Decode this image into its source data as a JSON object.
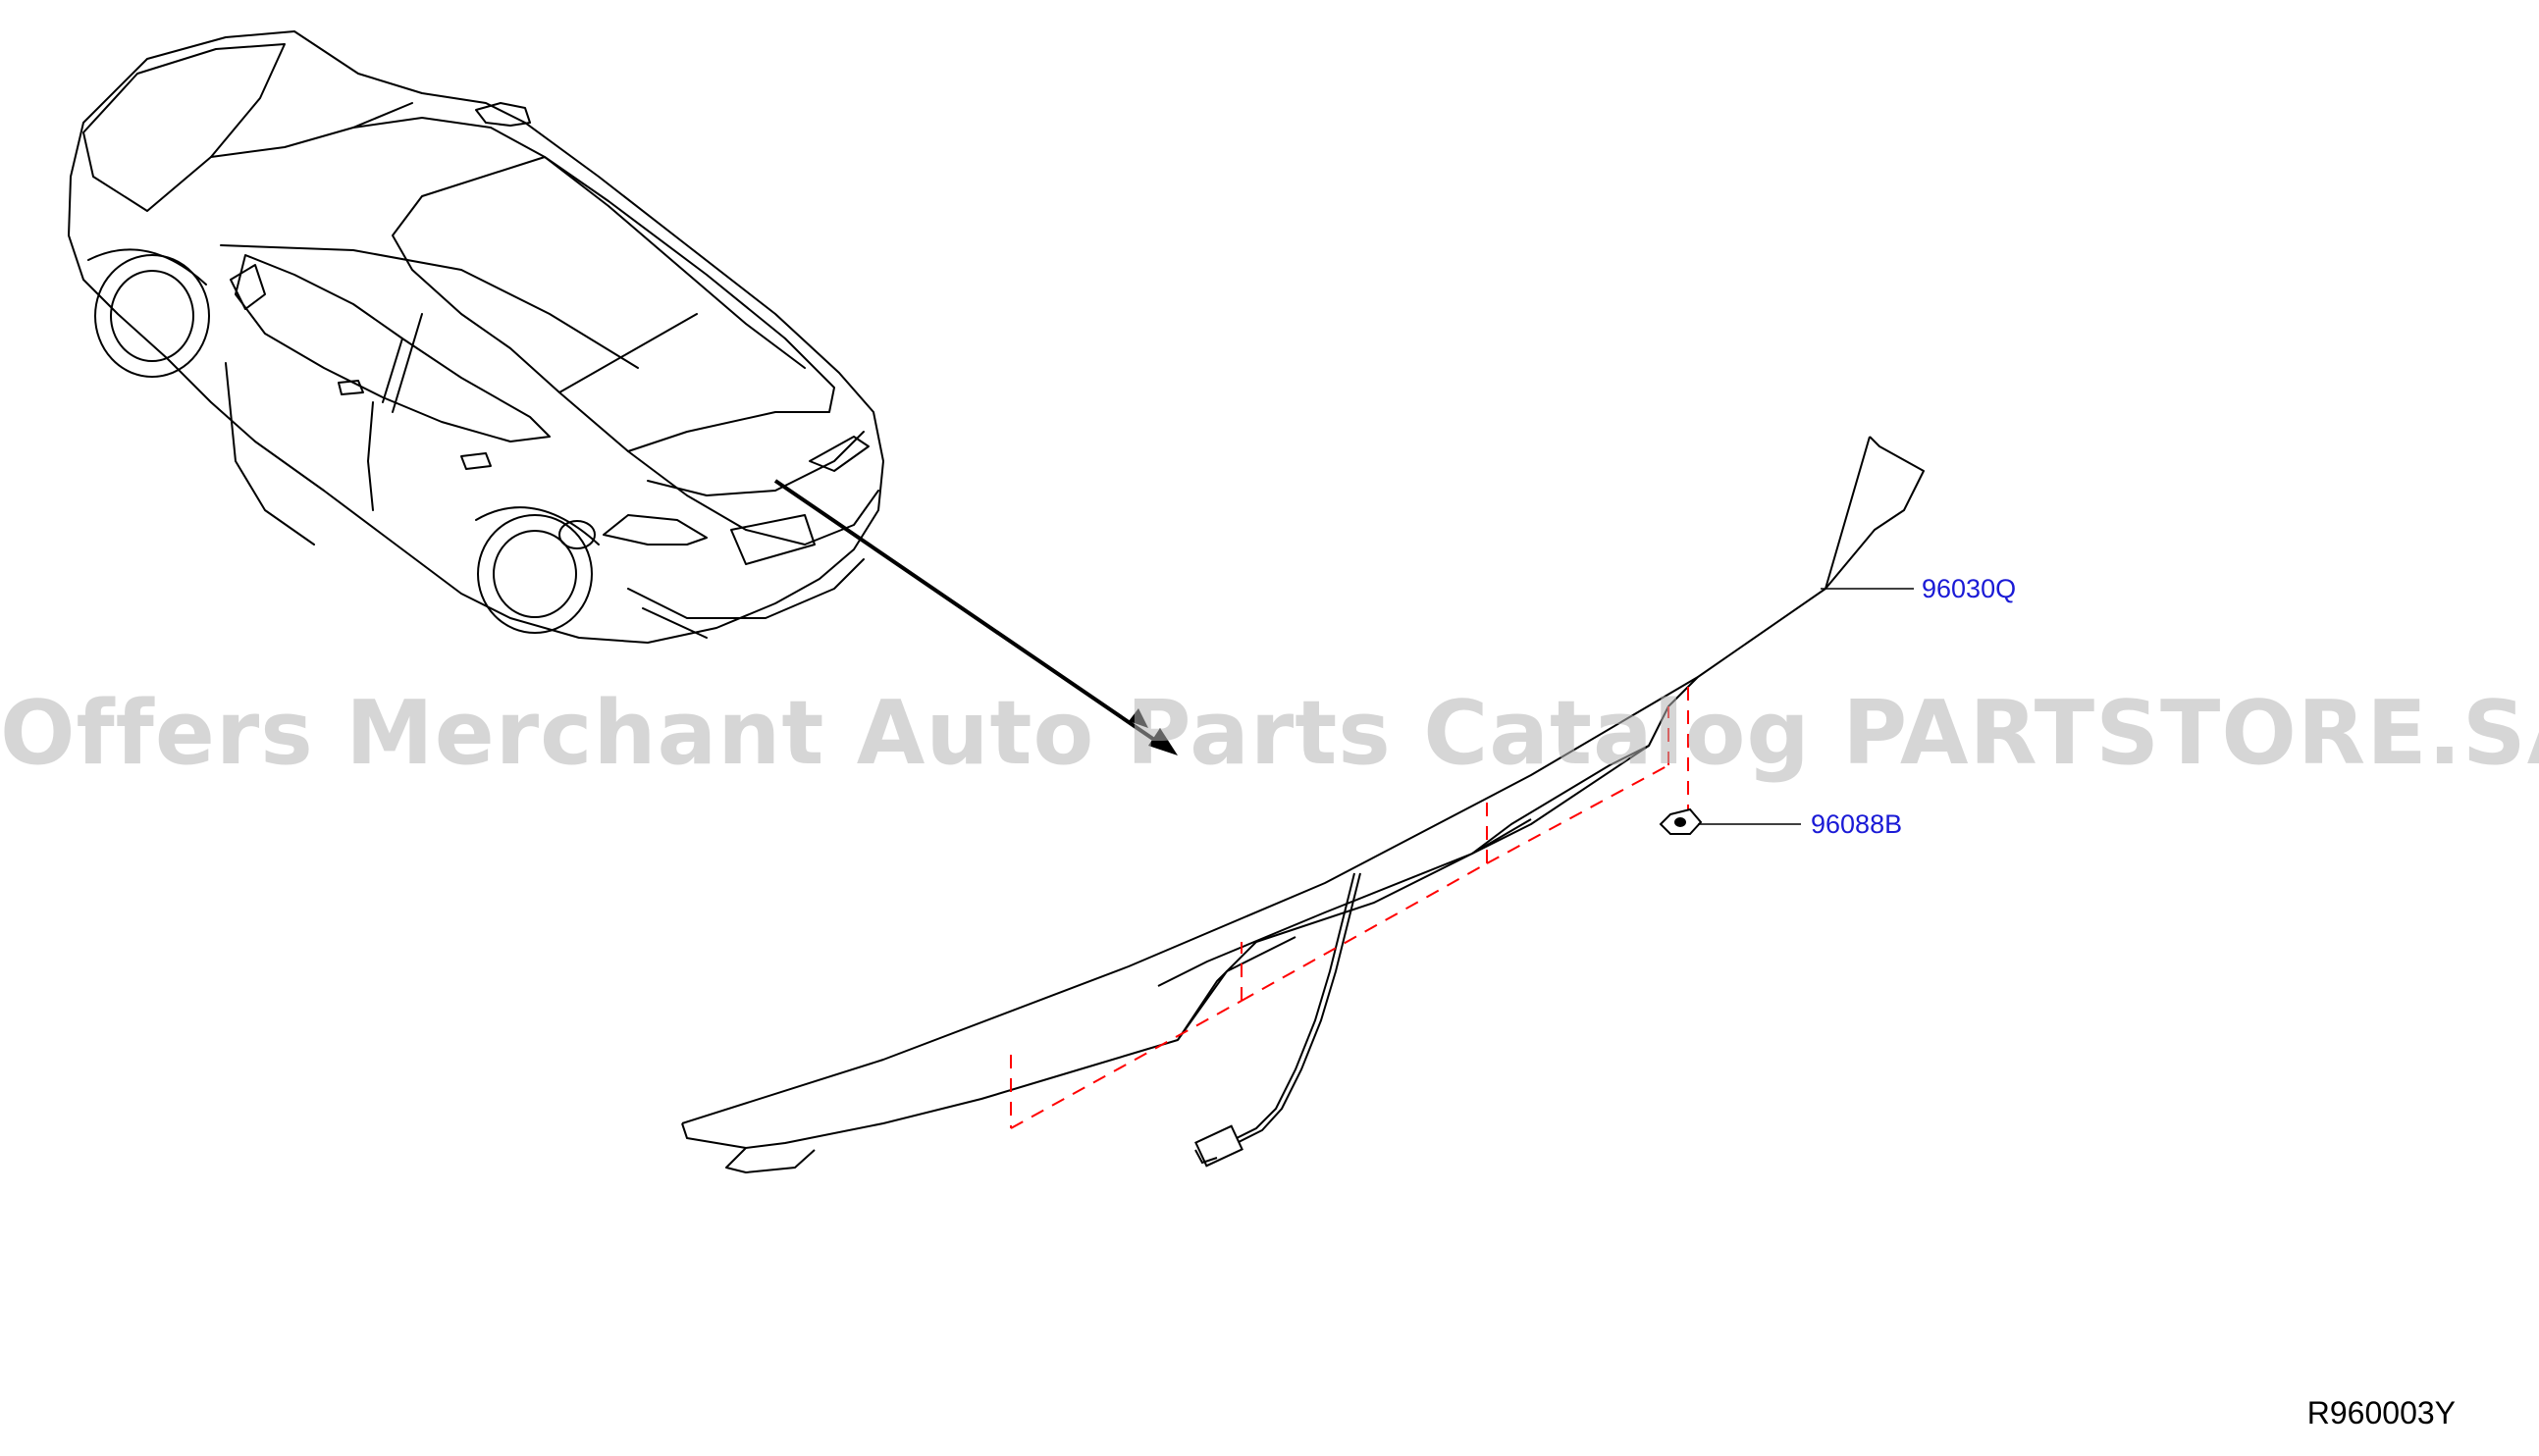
{
  "watermark": "Offers Merchant Auto Parts Catalog PARTSTORE.SA",
  "diagram_code": "R960003Y",
  "callouts": [
    {
      "part_number": "96030Q"
    },
    {
      "part_number": "96088B"
    }
  ],
  "colors": {
    "line": "#000000",
    "callout_text": "#1a1ad6",
    "assembly_guide": "#ff0000",
    "watermark": "#b4b4b4"
  }
}
